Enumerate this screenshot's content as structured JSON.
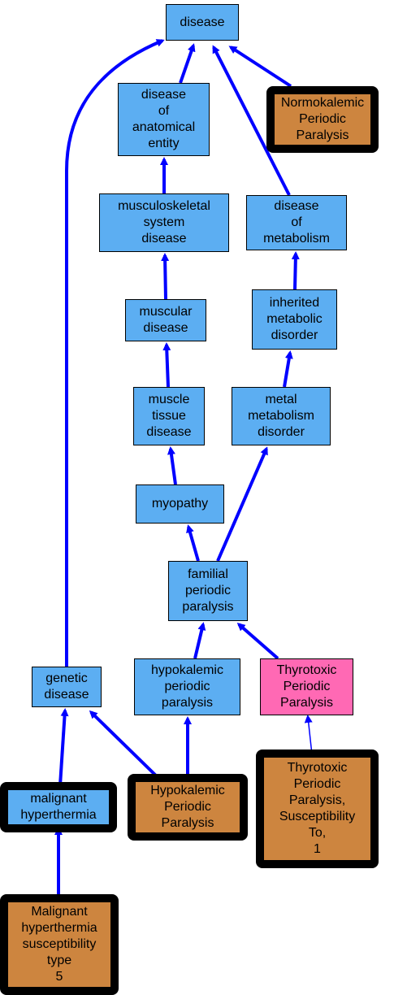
{
  "colors": {
    "edge": "#0000FF",
    "ontology_node": "#5CAEF2",
    "query_node": "#CD853F",
    "highlight_node": "#FF69B4",
    "border": "#000000"
  },
  "nodes": {
    "disease": {
      "label": "disease"
    },
    "normokalemic": {
      "label": "Normokalemic\nPeriodic\nParalysis"
    },
    "disease_anatomical": {
      "label": "disease\nof\nanatomical\nentity"
    },
    "musculoskeletal": {
      "label": "musculoskeletal\nsystem\ndisease"
    },
    "disease_metabolism": {
      "label": "disease\nof\nmetabolism"
    },
    "muscular": {
      "label": "muscular\ndisease"
    },
    "inherited_metabolic": {
      "label": "inherited\nmetabolic\ndisorder"
    },
    "muscle_tissue": {
      "label": "muscle\ntissue\ndisease"
    },
    "metal_metabolism": {
      "label": "metal\nmetabolism\ndisorder"
    },
    "myopathy": {
      "label": "myopathy"
    },
    "familial_periodic": {
      "label": "familial\nperiodic\nparalysis"
    },
    "genetic": {
      "label": "genetic\ndisease"
    },
    "hypokalemic_pp": {
      "label": "hypokalemic\nperiodic\nparalysis"
    },
    "thyrotoxic_pp": {
      "label": "Thyrotoxic\nPeriodic\nParalysis"
    },
    "malignant_hyper": {
      "label": "malignant\nhyperthermia"
    },
    "hypokalemic_PP_upper": {
      "label": "Hypokalemic\nPeriodic\nParalysis"
    },
    "thyrotoxic_susc": {
      "label": "Thyrotoxic\nPeriodic\nParalysis,\nSusceptibility\nTo,\n1"
    },
    "mh_susc5": {
      "label": "Malignant\nhyperthermia\nsusceptibility\ntype\n5"
    }
  }
}
